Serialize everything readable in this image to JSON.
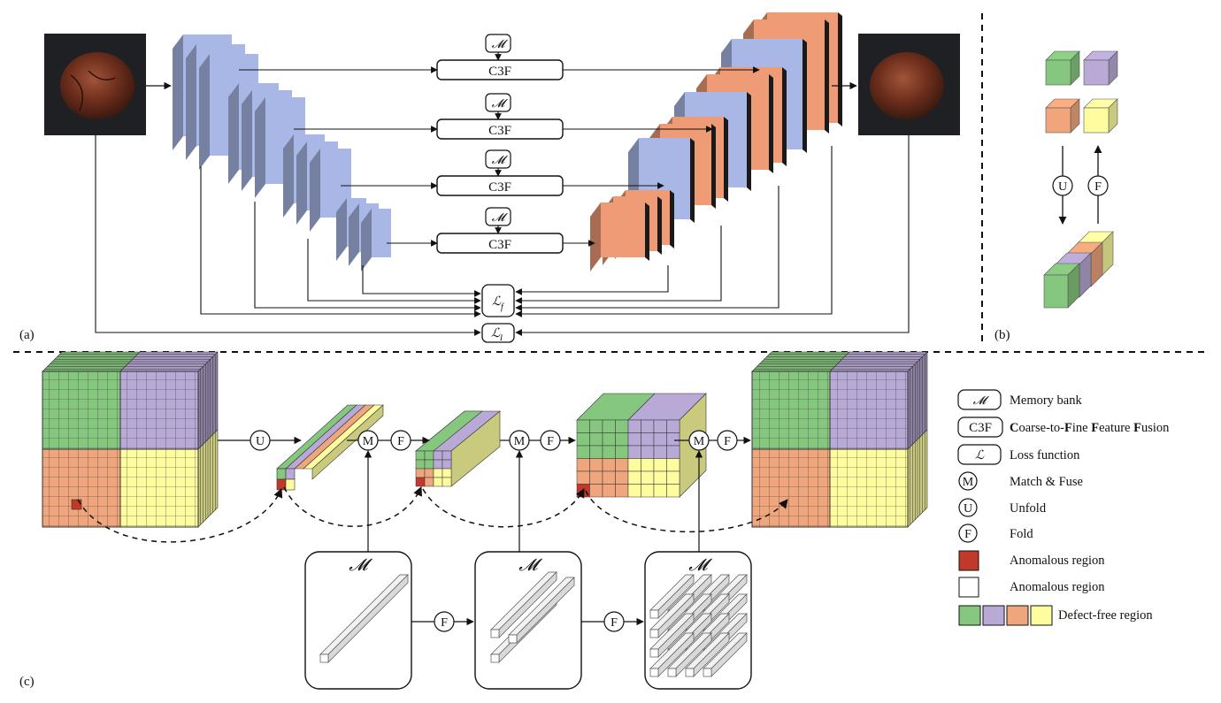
{
  "panels": {
    "a": "(a)",
    "b": "(b)",
    "c": "(c)"
  },
  "symbols": {
    "memory": "𝓜",
    "c3f": "C3F",
    "loss_f": "ℒ",
    "loss_f_sub": "f",
    "loss_i": "ℒ",
    "loss_i_sub": "I",
    "unfold": "U",
    "fold": "F",
    "match": "M"
  },
  "legend": [
    {
      "symbol": "𝓜",
      "text": "Memory bank"
    },
    {
      "symbol": "C3F",
      "text": "Coarse-to-Fine Feature Fusion",
      "bold_initials": [
        "C",
        "F",
        "F",
        "F"
      ]
    },
    {
      "symbol": "ℒ",
      "text": "Loss function"
    },
    {
      "symbol": "M",
      "text": "Match & Fuse"
    },
    {
      "symbol": "U",
      "text": "Unfold"
    },
    {
      "symbol": "F",
      "text": "Fold"
    },
    {
      "swatch": "#c0392b",
      "text": "Anomalous region"
    },
    {
      "swatch": "#ffffff",
      "text": "Anomalous region"
    },
    {
      "swatches": [
        "#86c77f",
        "#b9a9d6",
        "#f0a67c",
        "#fdfc9e"
      ],
      "text": "Defect-free region"
    }
  ],
  "colors": {
    "encoder_blue": "#a9b7e6",
    "decoder_orange": "#ef9b75",
    "green": "#86c77f",
    "purple": "#b9a9d6",
    "orange": "#f0a67c",
    "yellow": "#fdfc9e",
    "anomaly_red": "#c0392b"
  }
}
